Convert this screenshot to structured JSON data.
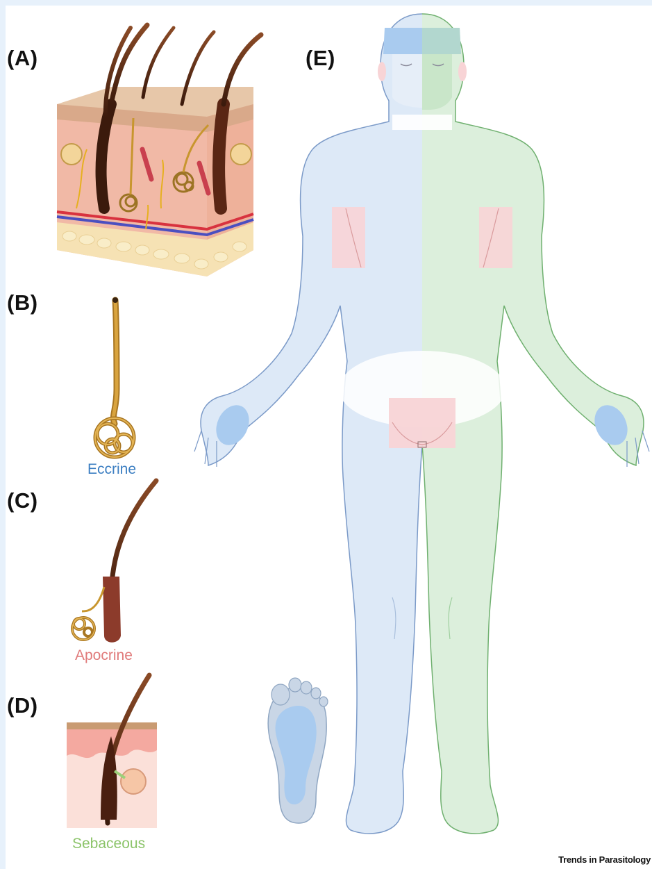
{
  "panels": {
    "a": "(A)",
    "b": "(B)",
    "c": "(C)",
    "d": "(D)",
    "e": "(E)"
  },
  "glands": {
    "eccrine": "Eccrine",
    "apocrine": "Apocrine",
    "sebaceous": "Sebaceous"
  },
  "credit": "Trends in Parasitology",
  "colors": {
    "border": "#e7f1fb",
    "eccrine": "#3d7fc2",
    "apocrine": "#e07a7a",
    "sebaceous": "#8cc46a",
    "body_left": "#dce8f6",
    "body_right": "#d9efd9",
    "region_blue": "#a9cbef",
    "region_pink": "#f8d4d6",
    "hair": "#5a2a16",
    "gland_gold": "#c8962e"
  }
}
